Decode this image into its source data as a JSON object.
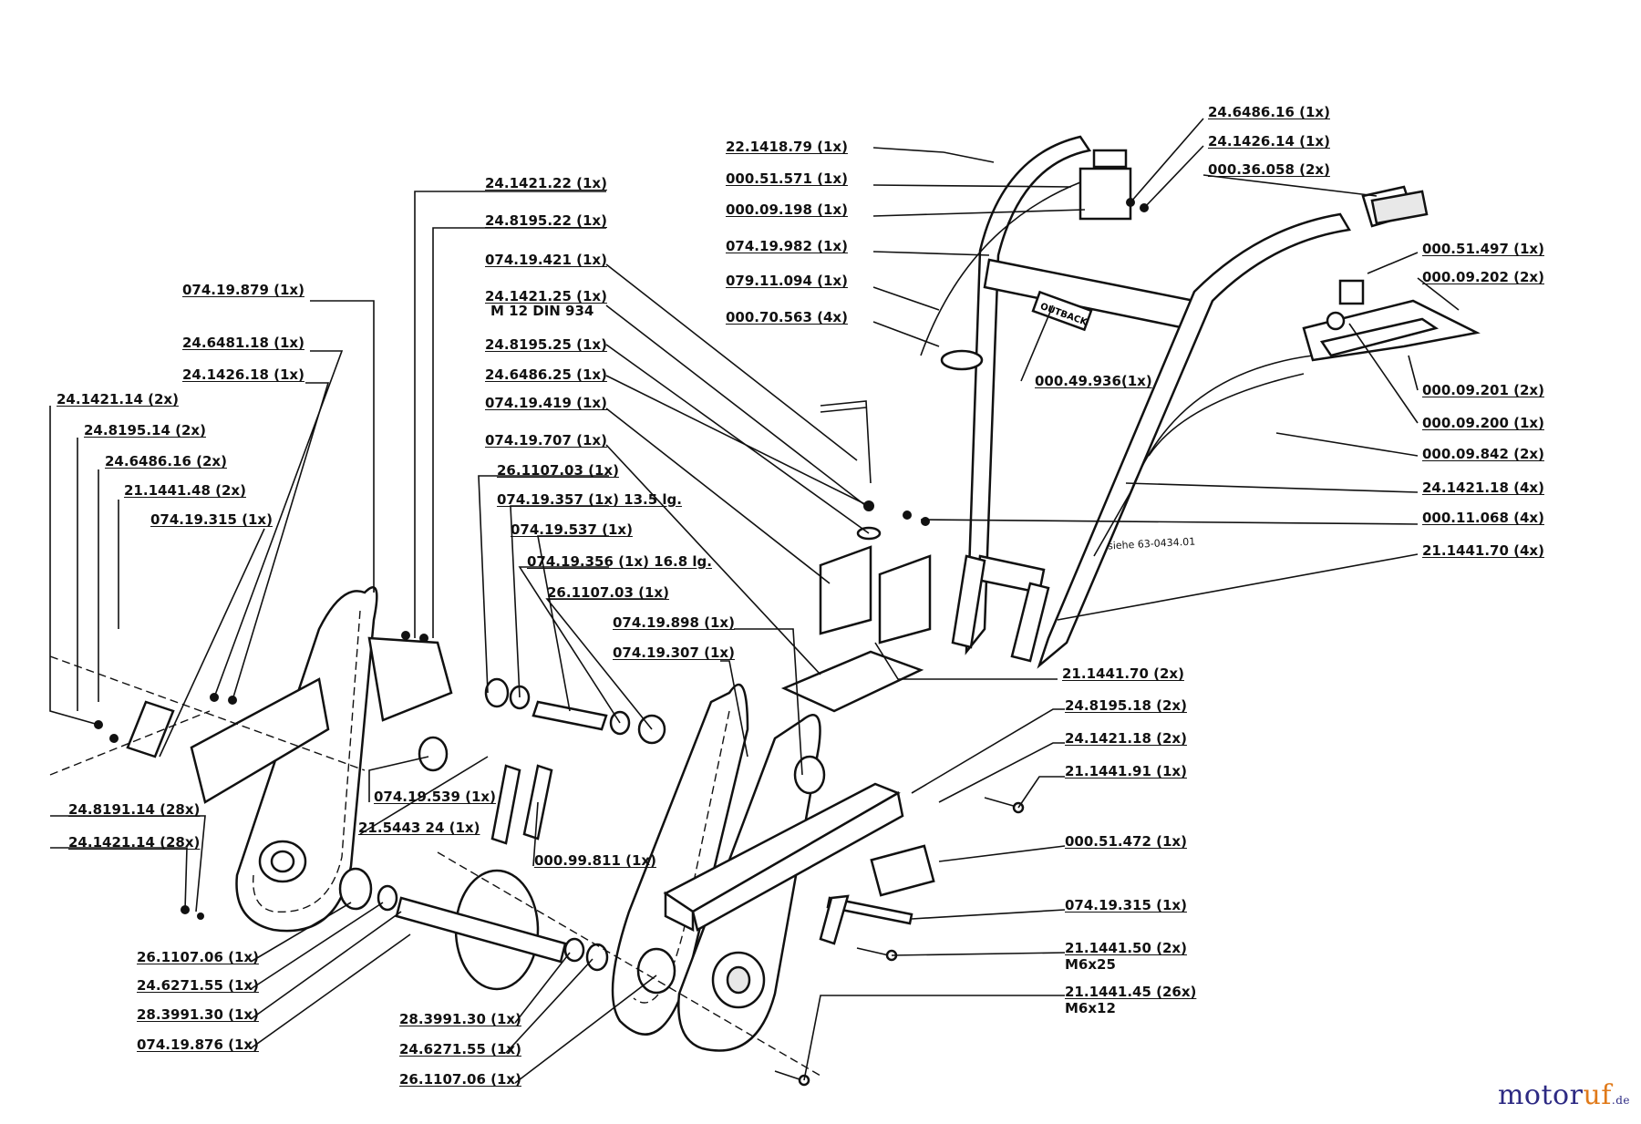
{
  "diagram": {
    "labels": [
      {
        "id": "l1",
        "text": "22.1418.79 (1x)"
      },
      {
        "id": "l2",
        "text": "000.51.571 (1x)"
      },
      {
        "id": "l3",
        "text": "000.09.198 (1x)"
      },
      {
        "id": "l4",
        "text": "074.19.982 (1x)"
      },
      {
        "id": "l5",
        "text": "079.11.094 (1x)"
      },
      {
        "id": "l6",
        "text": "000.70.563 (4x)"
      },
      {
        "id": "l7",
        "text": "000.49.936(1x)"
      },
      {
        "id": "l8",
        "text": "24.6486.16 (1x)"
      },
      {
        "id": "l9",
        "text": "24.1426.14 (1x)"
      },
      {
        "id": "l10",
        "text": "000.36.058 (2x)"
      },
      {
        "id": "l11",
        "text": "000.51.497 (1x)"
      },
      {
        "id": "l12",
        "text": "000.09.202 (2x)"
      },
      {
        "id": "l13",
        "text": "000.09.201 (2x)"
      },
      {
        "id": "l14",
        "text": "000.09.200 (1x)"
      },
      {
        "id": "l15",
        "text": "000.09.842 (2x)"
      },
      {
        "id": "l16",
        "text": "24.1421.18 (4x)"
      },
      {
        "id": "l17",
        "text": "000.11.068 (4x)"
      },
      {
        "id": "l18",
        "text": "21.1441.70 (4x)"
      },
      {
        "id": "l19",
        "text": "24.1421.22 (1x)"
      },
      {
        "id": "l20",
        "text": "24.8195.22 (1x)"
      },
      {
        "id": "l21",
        "text": "074.19.421 (1x)"
      },
      {
        "id": "l22",
        "text": "24.1421.25 (1x)"
      },
      {
        "id": "l23",
        "text": "24.8195.25 (1x)"
      },
      {
        "id": "l24",
        "text": "24.6486.25 (1x)"
      },
      {
        "id": "l25",
        "text": "074.19.419 (1x)"
      },
      {
        "id": "l26",
        "text": "074.19.707 (1x)"
      },
      {
        "id": "l27",
        "text": "26.1107.03 (1x)"
      },
      {
        "id": "l28",
        "text": "074.19.357 (1x) 13.5 lg."
      },
      {
        "id": "l29",
        "text": "074.19.537 (1x)"
      },
      {
        "id": "l30",
        "text": "074.19.356 (1x) 16.8 lg."
      },
      {
        "id": "l31",
        "text": "26.1107.03 (1x)"
      },
      {
        "id": "l32",
        "text": "074.19.898 (1x)"
      },
      {
        "id": "l33",
        "text": "074.19.307 (1x)"
      },
      {
        "id": "l34",
        "text": "074.19.879 (1x)"
      },
      {
        "id": "l35",
        "text": "24.6481.18 (1x)"
      },
      {
        "id": "l36",
        "text": "24.1426.18 (1x)"
      },
      {
        "id": "l37",
        "text": "24.1421.14 (2x)"
      },
      {
        "id": "l38",
        "text": "24.8195.14 (2x)"
      },
      {
        "id": "l39",
        "text": "24.6486.16 (2x)"
      },
      {
        "id": "l40",
        "text": "21.1441.48 (2x)"
      },
      {
        "id": "l41",
        "text": "074.19.315 (1x)"
      },
      {
        "id": "l42",
        "text": "074.19.539 (1x)"
      },
      {
        "id": "l43",
        "text": "21.5443 24 (1x)"
      },
      {
        "id": "l44",
        "text": "000.99.811 (1x)"
      },
      {
        "id": "l45",
        "text": "24.8191.14 (28x)"
      },
      {
        "id": "l46",
        "text": "24.1421.14 (28x)"
      },
      {
        "id": "l47",
        "text": "26.1107.06 (1x)"
      },
      {
        "id": "l48",
        "text": "24.6271.55 (1x)"
      },
      {
        "id": "l49",
        "text": "28.3991.30 (1x)"
      },
      {
        "id": "l50",
        "text": "074.19.876 (1x)"
      },
      {
        "id": "l51",
        "text": "28.3991.30 (1x)"
      },
      {
        "id": "l52",
        "text": "24.6271.55 (1x)"
      },
      {
        "id": "l53",
        "text": "26.1107.06 (1x)"
      },
      {
        "id": "l54",
        "text": "21.1441.70 (2x)"
      },
      {
        "id": "l55",
        "text": "24.8195.18 (2x)"
      },
      {
        "id": "l56",
        "text": "24.1421.18 (2x)"
      },
      {
        "id": "l57",
        "text": "21.1441.91 (1x)"
      },
      {
        "id": "l58",
        "text": "000.51.472 (1x)"
      },
      {
        "id": "l59",
        "text": "074.19.315 (1x)"
      },
      {
        "id": "l60",
        "text": "21.1441.50 (2x)"
      },
      {
        "id": "l61",
        "text": "21.1441.45 (26x)"
      }
    ],
    "sub_labels": [
      {
        "id": "s1",
        "text": "M 12 DIN 934"
      },
      {
        "id": "s2",
        "text": "M6x25"
      },
      {
        "id": "s3",
        "text": "M6x12"
      },
      {
        "id": "s4",
        "text": "siehe 63-0434.01"
      }
    ],
    "part_marking": "OUTBACK"
  },
  "watermark": {
    "main": "motor",
    "accent": "uf",
    "tld": ".de"
  }
}
